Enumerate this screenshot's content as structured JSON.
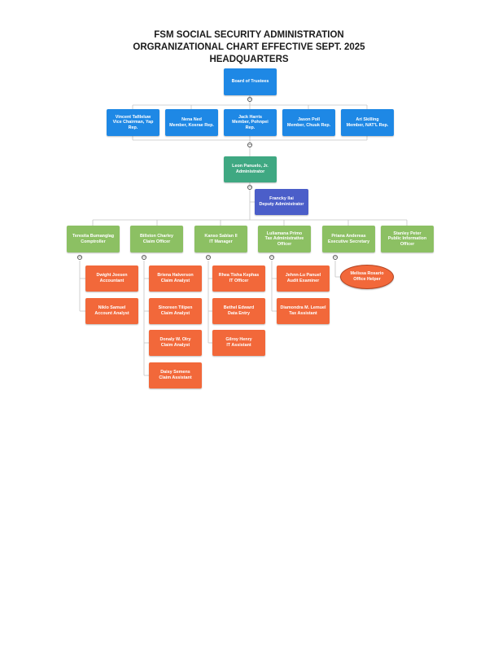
{
  "header": {
    "line1": "FSM SOCIAL SECURITY ADMINISTRATION",
    "line2": "ORGRANIZATIONAL CHART EFFECTIVE SEPT. 2025",
    "line3": "HEADQUARTERS"
  },
  "board": {
    "line1": "Board of Trustees"
  },
  "trustees": [
    {
      "line1": "Vincent Tafileluw",
      "line2": "Vice Chairman, Yap",
      "line3": "Rep."
    },
    {
      "line1": "Nena Ned",
      "line2": "Member, Kosrae Rep."
    },
    {
      "line1": "Jack Harris",
      "line2": "Member, Pohnpei",
      "line3": "Rep."
    },
    {
      "line1": "Jason Poll",
      "line2": "Member, Chuuk Rep."
    },
    {
      "line1": "Ari Skilling",
      "line2": "Member, NAT'L Rep."
    }
  ],
  "administrator": {
    "line1": "Leon Panuelo, Jr.",
    "line2": "Administrator"
  },
  "deputy": {
    "line1": "Francky Ilai",
    "line2": "Deputy Administrator"
  },
  "managers": [
    {
      "line1": "Teresita Bumanglag",
      "line2": "Comptroller"
    },
    {
      "line1": "Billston Charley",
      "line2": "Claim Officer"
    },
    {
      "line1": "Kanso Sablan II",
      "line2": "IT Manager"
    },
    {
      "line1": "Luliamana Primo",
      "line2": "Tax Administrative",
      "line3": "Officer"
    },
    {
      "line1": "Priana Andereas",
      "line2": "Executive Secretary"
    },
    {
      "line1": "Stanley Peter",
      "line2": "Public Information",
      "line3": "Officer"
    }
  ],
  "comptroller_staff": [
    {
      "line1": "Dwight Joesen",
      "line2": "Accountant"
    },
    {
      "line1": "Niklo Samuel",
      "line2": "Account Analyst"
    }
  ],
  "claim_staff": [
    {
      "line1": "Briena Halverson",
      "line2": "Claim Analyst"
    },
    {
      "line1": "Sinoreen Tilipen",
      "line2": "Claim Analyst"
    },
    {
      "line1": "Donaly W. Olry",
      "line2": "Claim Analyst"
    },
    {
      "line1": "Daisy Semens",
      "line2": "Claim Assistant"
    }
  ],
  "it_staff": [
    {
      "line1": "Rhea Tisha Kephas",
      "line2": "IT Officer"
    },
    {
      "line1": "Bethel Edward",
      "line2": "Data Entry"
    },
    {
      "line1": "Gilroy Henry",
      "line2": "IT Assistant"
    }
  ],
  "tax_staff": [
    {
      "line1": "Jehnn-Lu Panuel",
      "line2": "Audit Examiner"
    },
    {
      "line1": "Diamondra M. Lemuel",
      "line2": "Tax Assistant"
    }
  ],
  "secretary_staff": [
    {
      "line1": "Melissa Rosario",
      "line2": "Office Helper"
    }
  ],
  "colors": {
    "board": "#1e88e5",
    "administrator": "#3fa882",
    "deputy": "#4b5ec9",
    "managers": "#8cc063",
    "staff": "#f2683a"
  },
  "toggle_symbol": "−"
}
